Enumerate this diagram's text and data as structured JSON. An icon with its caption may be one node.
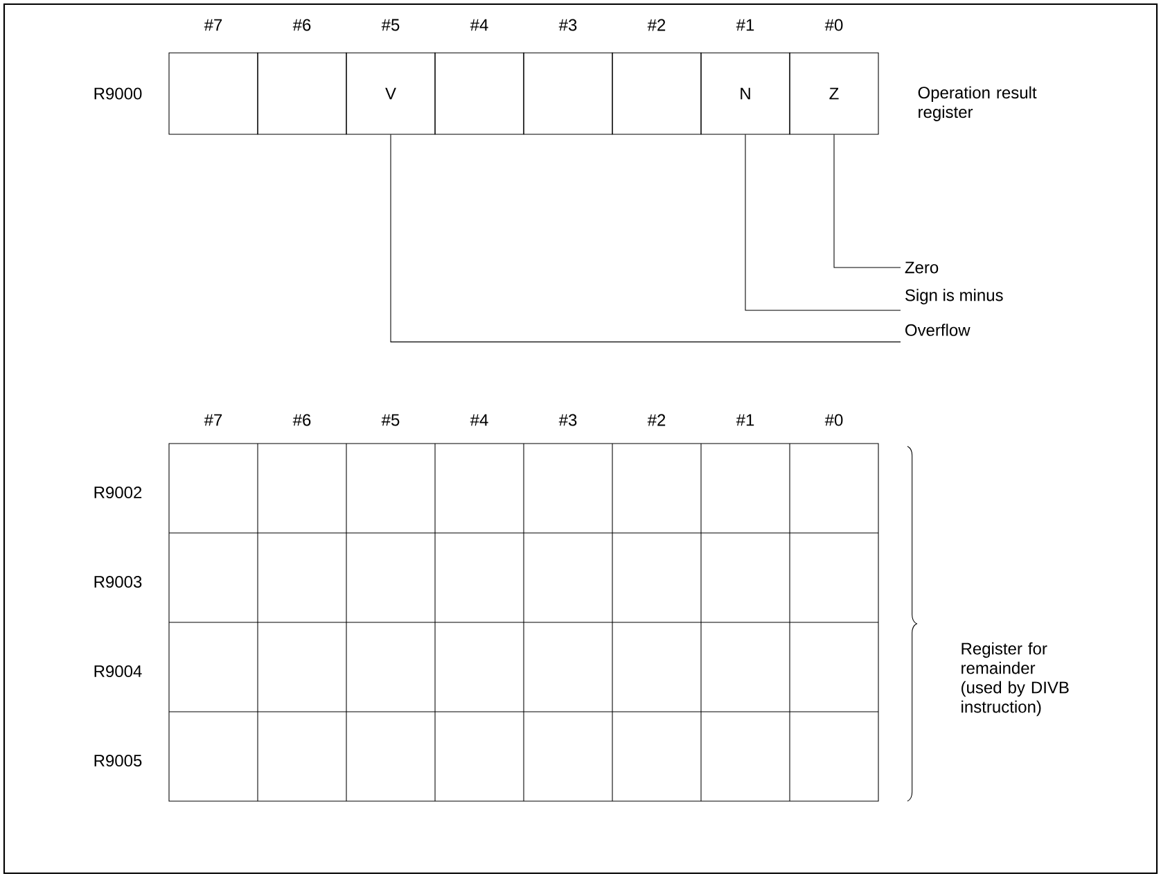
{
  "diagram": {
    "nodes": [
      {
        "text": [],
        "shape": "box"
      },
      {
        "text": [],
        "shape": "box"
      },
      {
        "text": [
          "V"
        ]
      },
      {
        "text": [],
        "shape": "box"
      },
      {
        "text": [],
        "shape": "box"
      },
      {
        "text": [],
        "shape": "box"
      },
      {
        "text": [
          "N"
        ]
      },
      {
        "text": [
          "Z"
        ]
      },
      {
        "text": [
          "Zero"
        ]
      },
      {
        "text": [
          "Sign is minus"
        ]
      },
      {
        "text": [
          "Overflow"
        ]
      }
    ],
    "edges": [
      {
        "from": 7,
        "to": 8,
        "arrow": "none"
      },
      {
        "from": 6,
        "to": 9,
        "arrow": "none"
      },
      {
        "from": 2,
        "to": 10,
        "arrow": "none"
      }
    ],
    "labels": [
      "#7",
      "#6",
      "#5",
      "#4",
      "#3",
      "#2",
      "#1",
      "#0",
      "R9000",
      "Operation result register",
      "#7",
      "#6",
      "#5",
      "#4",
      "#3",
      "#2",
      "#1",
      "#0",
      "R9002",
      "R9003",
      "R9004",
      "R9005",
      "Register for remainder (used by DIVB instruction)"
    ]
  }
}
